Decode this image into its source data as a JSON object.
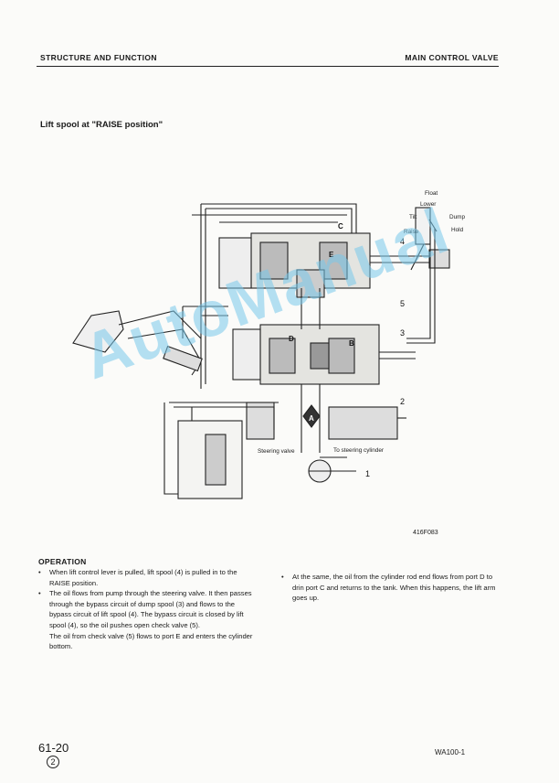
{
  "header": {
    "left": "STRUCTURE AND FUNCTION",
    "right": "MAIN CONTROL VALVE"
  },
  "section_title": "Lift spool at \"RAISE position\"",
  "diagram": {
    "lever_positions": [
      "Float",
      "Lower",
      "Tilt",
      "Raise",
      "Dump",
      "Hold"
    ],
    "callouts": [
      "1",
      "2",
      "3",
      "4",
      "5"
    ],
    "port_labels": [
      "C",
      "D",
      "E",
      "A",
      "B"
    ],
    "component_labels": {
      "steering_valve": "Steering valve",
      "to_steering_cylinder": "To steering cylinder"
    },
    "figure_code": "416F083"
  },
  "operation": {
    "heading": "OPERATION",
    "left_paragraphs": [
      {
        "bullet": true,
        "text": "When lift control lever is pulled, lift spool (4) is pulled in to the RAISE position."
      },
      {
        "bullet": true,
        "text": "The oil flows from pump through the steering valve. It then passes through the bypass circuit of dump spool (3) and flows to the bypass circuit of lift spool (4). The bypass circuit is closed by lift spool (4), so the oil pushes open check valve (5)."
      },
      {
        "bullet": false,
        "text": "The oil from check valve (5) flows to port E and enters the cylinder bottom."
      }
    ],
    "right_paragraphs": [
      {
        "bullet": true,
        "text": "At the same, the oil from the cylinder rod end flows from port D to drin port C and returns to the tank. When this happens, the lift arm goes up."
      }
    ]
  },
  "footer": {
    "page_number": "61-20",
    "revision": "2",
    "model": "WA100-1"
  },
  "watermark": "AutoManual"
}
